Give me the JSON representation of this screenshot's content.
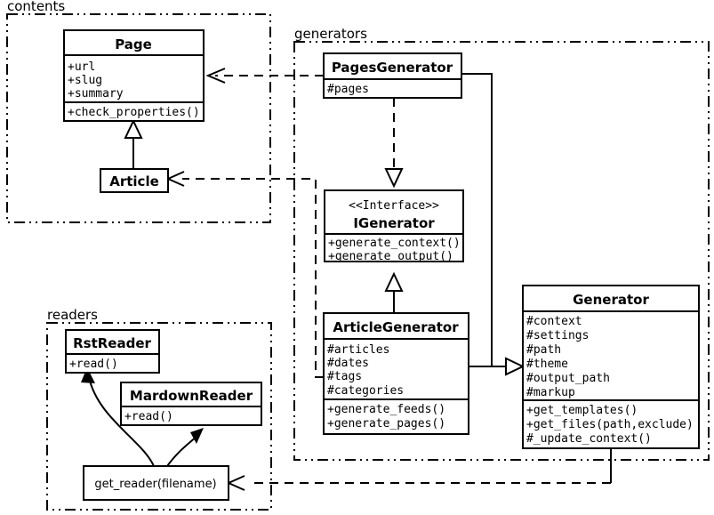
{
  "diagram": {
    "title": "UML class diagram",
    "background_color": "#ffffff",
    "line_color": "#000000"
  },
  "packages": [
    {
      "id": "contents",
      "label": "contents"
    },
    {
      "id": "generators",
      "label": "generators"
    },
    {
      "id": "readers",
      "label": "readers"
    }
  ],
  "classes": {
    "page": {
      "name": "Page",
      "attributes": [
        "+url",
        "+slug",
        "+summary"
      ],
      "methods": [
        "+check_properties()"
      ]
    },
    "article": {
      "name": "Article",
      "attributes": [],
      "methods": []
    },
    "pages_generator": {
      "name": "PagesGenerator",
      "attributes": [
        "#pages"
      ],
      "methods": []
    },
    "igenerator": {
      "stereotype": "<<Interface>>",
      "name": "IGenerator",
      "attributes": [],
      "methods": [
        "+generate_context()",
        "+generate_output()"
      ]
    },
    "article_generator": {
      "name": "ArticleGenerator",
      "attributes": [
        "#articles",
        "#dates",
        "#tags",
        "#categories"
      ],
      "methods": [
        "+generate_feeds()",
        "+generate_pages()"
      ]
    },
    "generator": {
      "name": "Generator",
      "attributes": [
        "#context",
        "#settings",
        "#path",
        "#theme",
        "#output_path",
        "#markup"
      ],
      "methods": [
        "+get_templates()",
        "+get_files(path,exclude)",
        "#_update_context()"
      ]
    },
    "rst_reader": {
      "name": "RstReader",
      "attributes": [],
      "methods": [
        "+read()"
      ]
    },
    "mardown_reader": {
      "name": "MardownReader",
      "attributes": [],
      "methods": [
        "+read()"
      ]
    },
    "get_reader": {
      "name": "get_reader(filename)"
    }
  },
  "relationships": [
    {
      "id": "article-inherits-page",
      "type": "generalization",
      "from": "Article",
      "to": "Page"
    },
    {
      "id": "pagesgenerator-realizes-igenerator",
      "type": "realization",
      "from": "PagesGenerator",
      "to": "IGenerator"
    },
    {
      "id": "articlegenerator-realizes-igenerator",
      "type": "realization",
      "from": "ArticleGenerator",
      "to": "IGenerator"
    },
    {
      "id": "pagesgenerator-inherits-generator",
      "type": "generalization",
      "from": "PagesGenerator",
      "to": "Generator"
    },
    {
      "id": "articlegenerator-inherits-generator",
      "type": "generalization",
      "from": "ArticleGenerator",
      "to": "Generator"
    },
    {
      "id": "pagesgenerator-uses-page",
      "type": "dependency",
      "from": "PagesGenerator",
      "to": "Page"
    },
    {
      "id": "articlegenerator-uses-article",
      "type": "dependency",
      "from": "ArticleGenerator",
      "to": "Article"
    },
    {
      "id": "generator-uses-get-reader",
      "type": "dependency",
      "from": "Generator",
      "to": "get_reader(filename)"
    },
    {
      "id": "get-reader-creates-rstreader",
      "type": "create",
      "from": "get_reader(filename)",
      "to": "RstReader"
    },
    {
      "id": "get-reader-creates-mardownreader",
      "type": "create",
      "from": "get_reader(filename)",
      "to": "MardownReader"
    }
  ]
}
